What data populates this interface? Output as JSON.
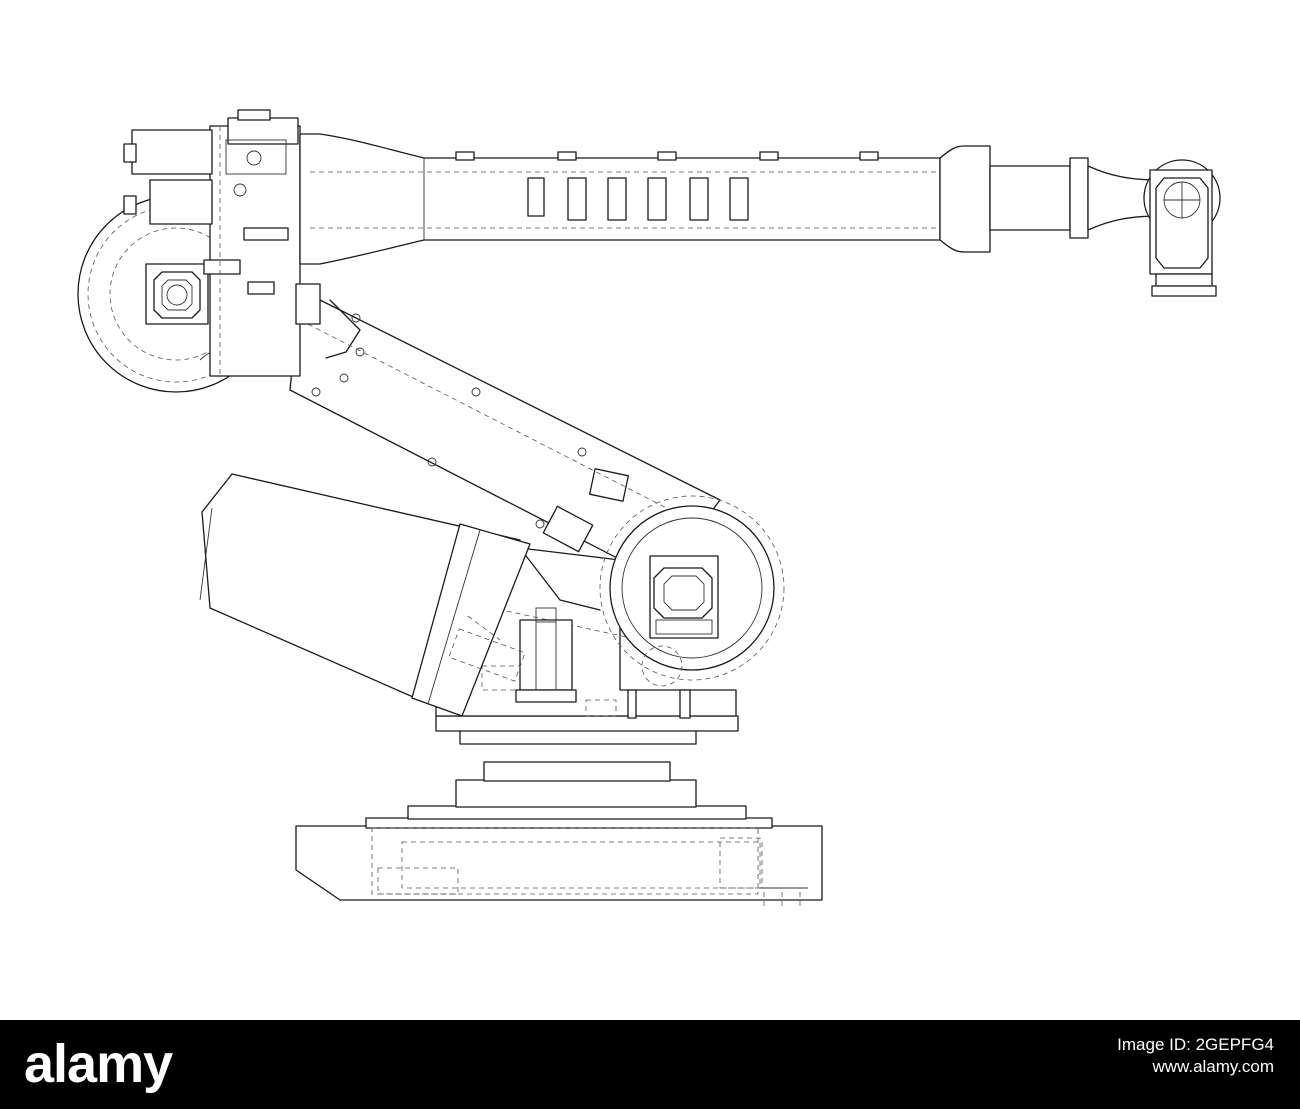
{
  "colors": {
    "background": "#ffffff",
    "linework": "#1a1a1a",
    "watermark_bar": "#000000",
    "watermark_text": "#ffffff"
  },
  "drawing": {
    "subject_icon": "industrial-robot-arm-wireframe"
  },
  "watermark": {
    "logo_text": "alamy",
    "image_id": "Image ID: 2GEPFG4",
    "site": "www.alamy.com"
  }
}
